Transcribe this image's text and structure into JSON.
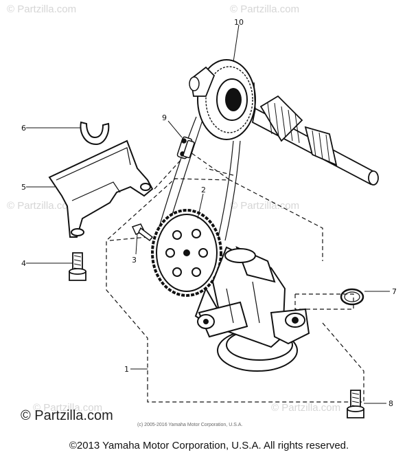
{
  "watermark": "© Partzilla.com",
  "brand_logo": "© Partzilla.com",
  "small_copyright": "(c) 2005-2016 Yamaha Motor Corporation, U.S.A.",
  "footer_copyright": "©2013 Yamaha Motor Corporation, U.S.A. All rights reserved.",
  "callouts": {
    "c1": "1",
    "c2": "2",
    "c3": "3",
    "c4": "4",
    "c5": "5",
    "c6": "6",
    "c7": "7",
    "c8": "8",
    "c9": "9",
    "c10": "10"
  }
}
